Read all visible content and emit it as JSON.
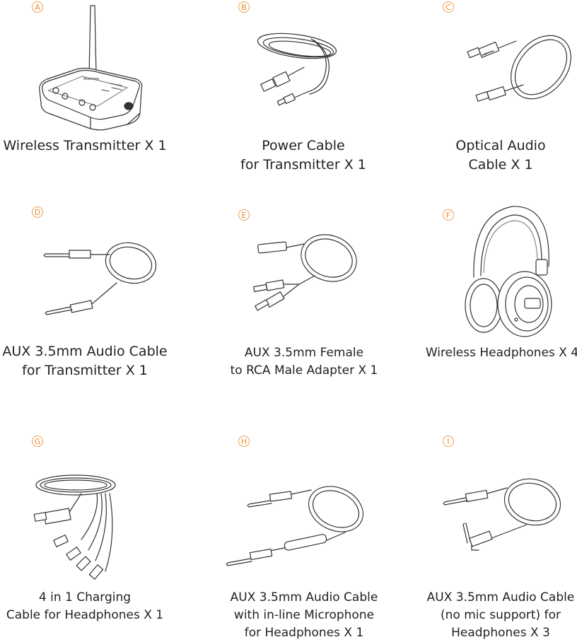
{
  "accent_color": "#ee8a30",
  "items": [
    {
      "letter": "A",
      "icon": "bluetooth-transmitter-icon",
      "lines": [
        "Wireless Transmitter X 1"
      ]
    },
    {
      "letter": "B",
      "icon": "usb-power-cable-icon",
      "lines": [
        "Power Cable",
        "for Transmitter X 1"
      ]
    },
    {
      "letter": "C",
      "icon": "optical-cable-icon",
      "lines": [
        "Optical Audio",
        "Cable X 1"
      ]
    },
    {
      "letter": "D",
      "icon": "aux-cable-icon",
      "lines": [
        "AUX 3.5mm Audio Cable",
        "for Transmitter X 1"
      ]
    },
    {
      "letter": "E",
      "icon": "rca-adapter-icon",
      "lines": [
        "AUX 3.5mm Female",
        "to RCA Male Adapter X 1"
      ]
    },
    {
      "letter": "F",
      "icon": "headphones-icon",
      "lines": [
        "Wireless Headphones X 4"
      ]
    },
    {
      "letter": "G",
      "icon": "charging-cable-icon",
      "lines": [
        "4 in 1 Charging",
        "Cable for Headphones X 1"
      ]
    },
    {
      "letter": "H",
      "icon": "mic-aux-cable-icon",
      "lines": [
        "AUX 3.5mm Audio Cable",
        "with in-line Microphone",
        "for Headphones X 1"
      ]
    },
    {
      "letter": "I",
      "icon": "aux-cable-angled-icon",
      "lines": [
        "AUX 3.5mm Audio Cable",
        "(no mic support) for",
        "Headphones X 3"
      ]
    }
  ],
  "device_logo": "Avantree"
}
